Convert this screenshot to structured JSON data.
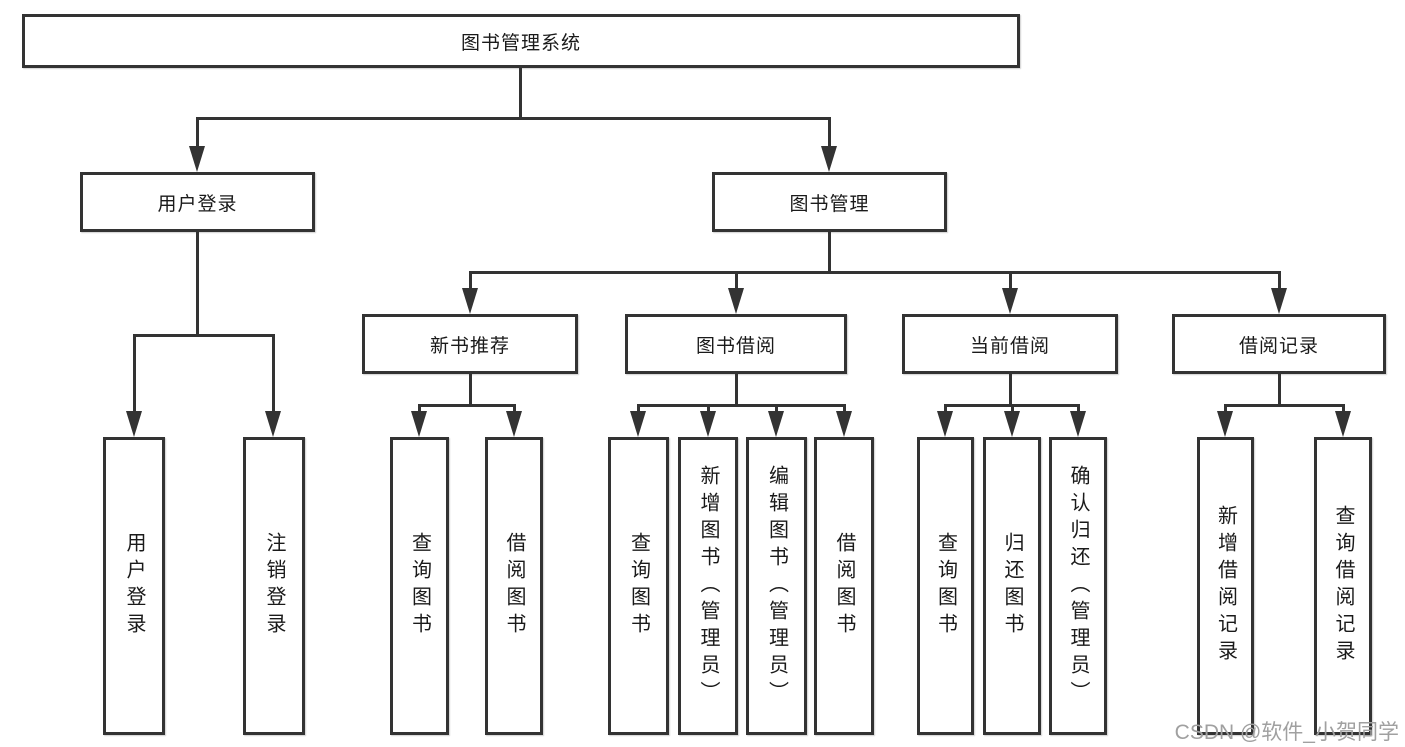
{
  "tree": {
    "label": "图书管理系统",
    "children": [
      {
        "label": "用户登录",
        "children": [
          {
            "label": "用户登录"
          },
          {
            "label": "注销登录"
          }
        ]
      },
      {
        "label": "图书管理",
        "children": [
          {
            "label": "新书推荐",
            "children": [
              {
                "label": "查询图书"
              },
              {
                "label": "借阅图书"
              }
            ]
          },
          {
            "label": "图书借阅",
            "children": [
              {
                "label": "查询图书"
              },
              {
                "label": "新增图书（管理员）"
              },
              {
                "label": "编辑图书（管理员）"
              },
              {
                "label": "借阅图书"
              }
            ]
          },
          {
            "label": "当前借阅",
            "children": [
              {
                "label": "查询图书"
              },
              {
                "label": "归还图书"
              },
              {
                "label": "确认归还（管理员）"
              }
            ]
          },
          {
            "label": "借阅记录",
            "children": [
              {
                "label": "新增借阅记录"
              },
              {
                "label": "查询借阅记录"
              }
            ]
          }
        ]
      }
    ]
  },
  "watermark": "CSDN @软件_小贺同学",
  "colors": {
    "line": "#333333",
    "text": "#1a1a1a",
    "background": "#ffffff",
    "watermark": "#a0a0a0"
  }
}
